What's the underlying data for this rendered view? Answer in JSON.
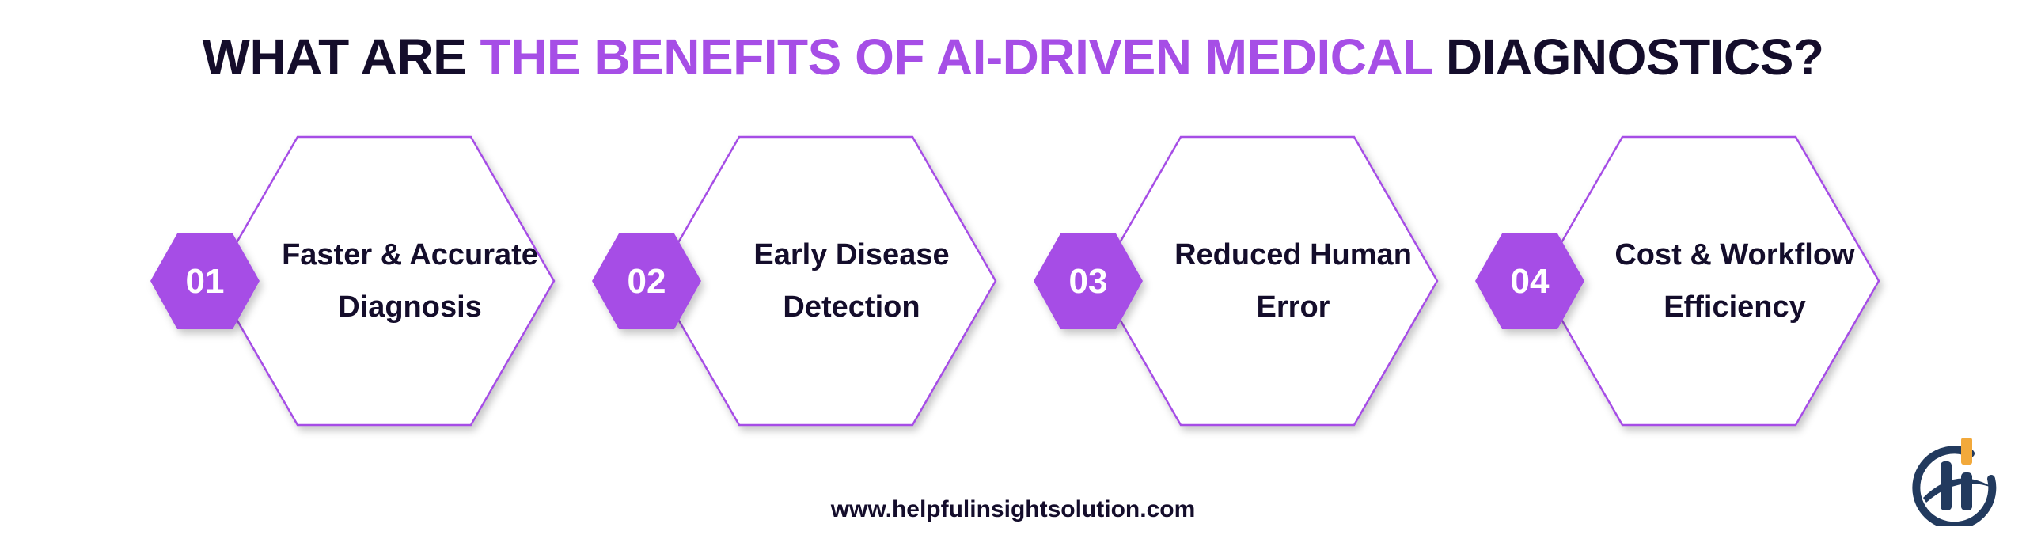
{
  "title": {
    "prefix": "WHAT ARE ",
    "highlight": "THE BENEFITS OF AI-DRIVEN MEDICAL",
    "suffix": " DIAGNOSTICS?"
  },
  "items": [
    {
      "number": "01",
      "line1": "Faster & Accurate",
      "line2": "Diagnosis"
    },
    {
      "number": "02",
      "line1": "Early Disease",
      "line2": "Detection"
    },
    {
      "number": "03",
      "line1": "Reduced Human",
      "line2": "Error"
    },
    {
      "number": "04",
      "line1": "Cost & Workflow",
      "line2": "Efficiency"
    }
  ],
  "footer": {
    "website": "www.helpfulinsightsolution.com"
  },
  "logo": {
    "icon": "hi-logo-icon"
  },
  "colors": {
    "accent": "#a64ee6",
    "dark_text": "#140d2b",
    "logo_navy": "#223a5e",
    "logo_orange": "#f2a93b"
  }
}
